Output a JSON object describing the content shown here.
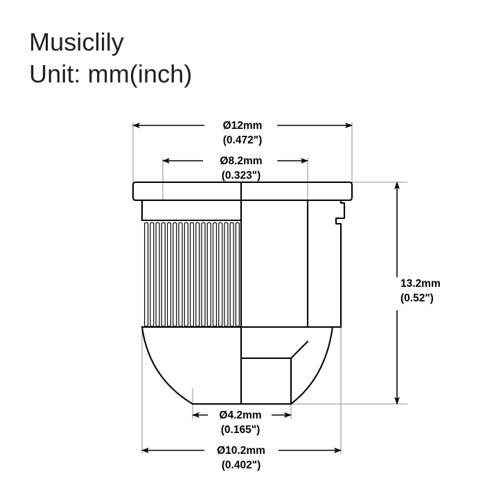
{
  "title": {
    "brand": "Musiclily",
    "unit_line": "Unit: mm(inch)"
  },
  "drawing": {
    "subject": "threaded-insert-ferrule-cross-section",
    "line_color": "#000000",
    "dimension_line_color": "#000000",
    "extension_line_color": "#808080",
    "background": "#ffffff"
  },
  "dimensions": {
    "outer_flange": {
      "name": "flange-diameter",
      "value_mm": "Ø12mm",
      "value_inch": "(0.472\")"
    },
    "inner_bore": {
      "name": "inner-bore-diameter",
      "value_mm": "Ø8.2mm",
      "value_inch": "(0.323\")"
    },
    "height": {
      "name": "overall-height",
      "value_mm": "13.2mm",
      "value_inch": "(0.52\")"
    },
    "bottom_hole": {
      "name": "bottom-hole-diameter",
      "value_mm": "Ø4.2mm",
      "value_inch": "(0.165\")"
    },
    "body": {
      "name": "body-diameter",
      "value_mm": "Ø10.2mm",
      "value_inch": "(0.402\")"
    }
  }
}
